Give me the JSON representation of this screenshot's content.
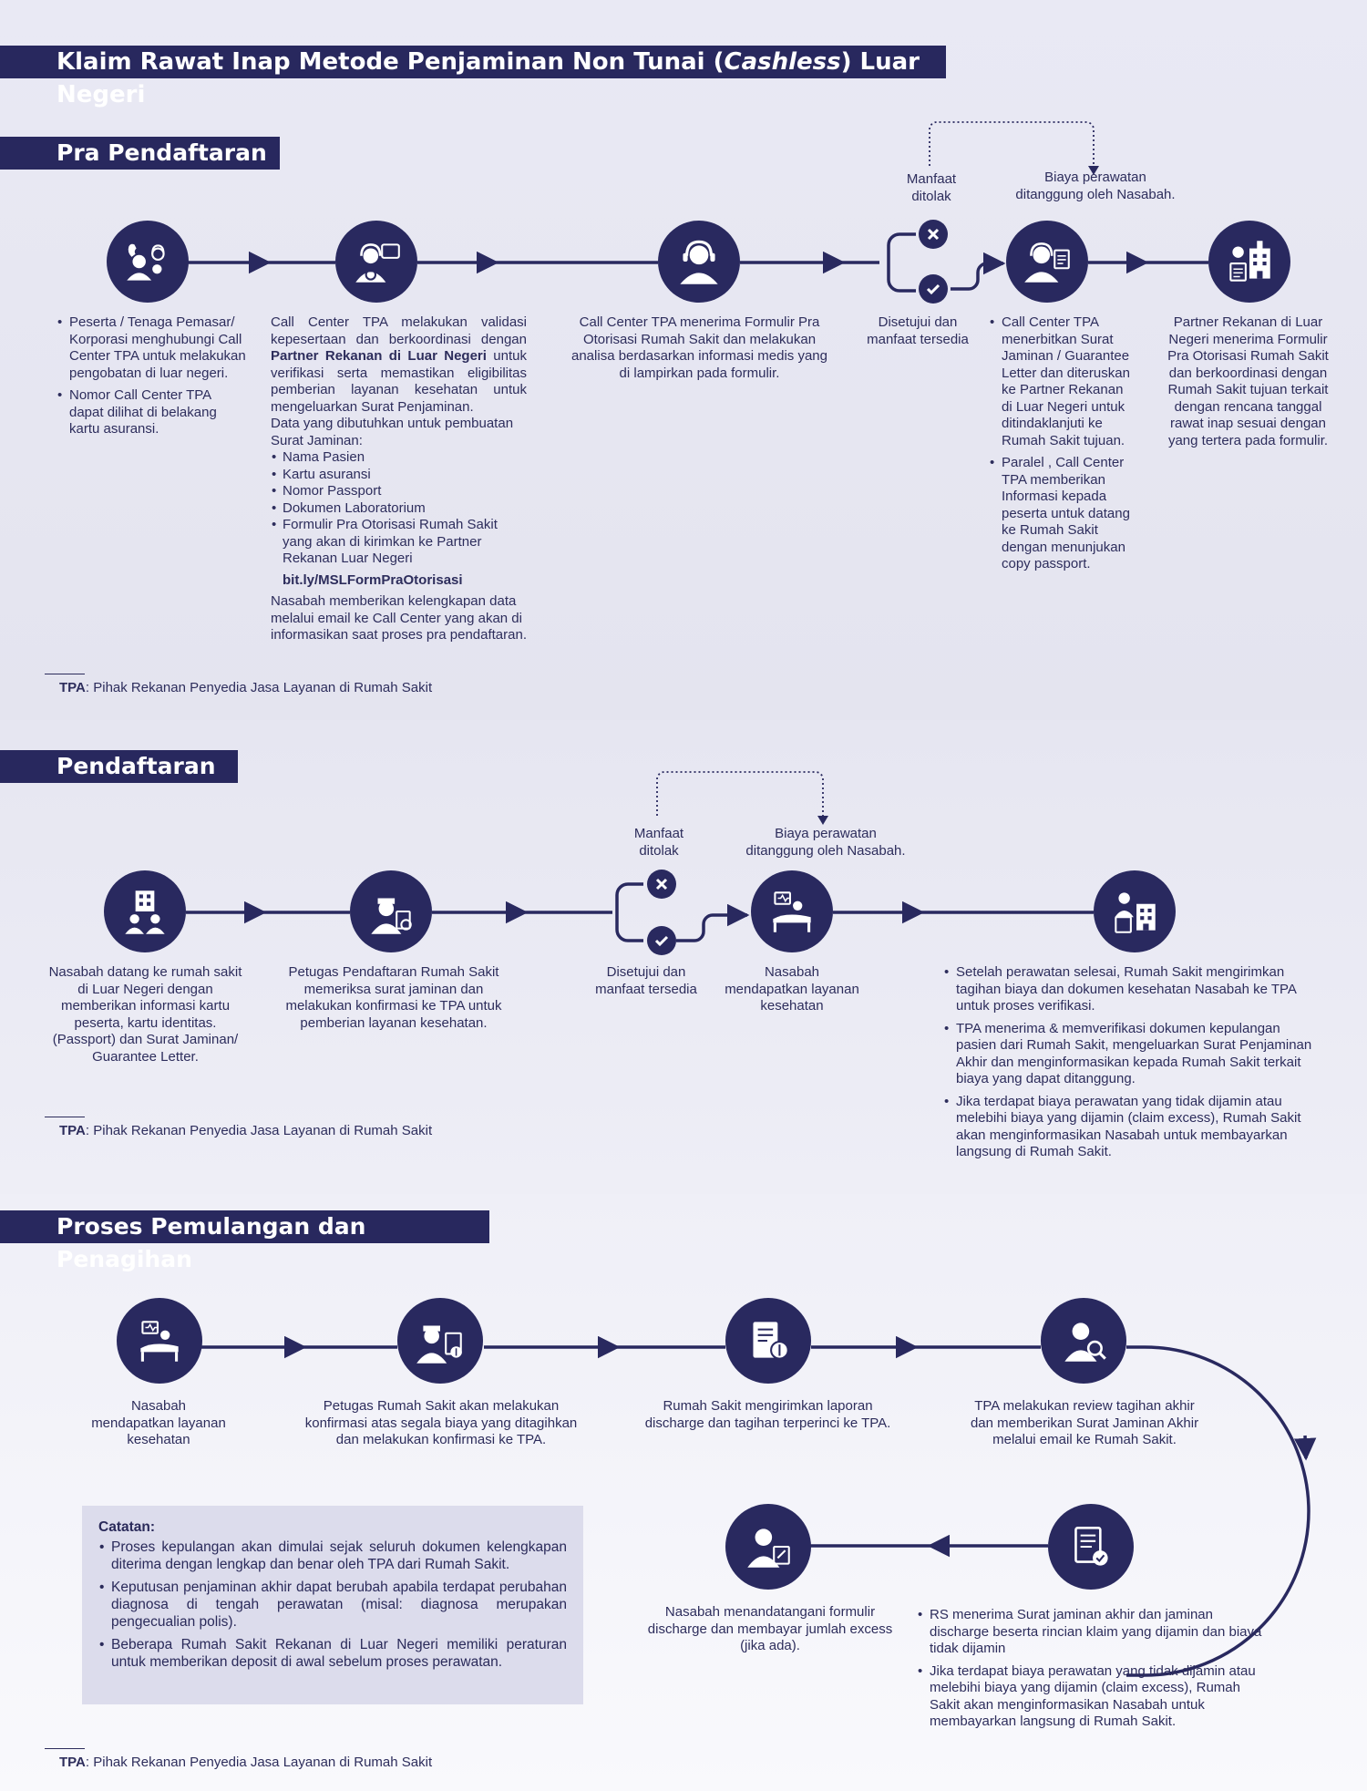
{
  "title": {
    "prefix": "Klaim Rawat Inap Metode Penjaminan Non Tunai (",
    "italic": "Cashless",
    "suffix": ") Luar Negeri"
  },
  "footnote": {
    "term": "TPA",
    "text": ": Pihak Rekanan Penyedia Jasa Layanan di Rumah Sakit"
  },
  "colors": {
    "primary": "#29295f",
    "text": "#2d2d5c"
  },
  "section1": {
    "title": "Pra Pendaftaran",
    "step1": {
      "icon": "call-people-icon",
      "items": [
        "Peserta  / Tenaga Pemasar/ Korporasi menghubungi Call Center TPA untuk melakukan pengobatan di luar negeri.",
        "Nomor Call Center TPA dapat dilihat di belakang kartu asuransi."
      ]
    },
    "step2": {
      "icon": "call-center-card-icon",
      "p1_a": "Call Center TPA  melakukan validasi kepesertaan dan berkoordinasi dengan ",
      "p1_bold": "Partner Rekanan di Luar Negeri",
      "p1_b": " untuk verifikasi serta memastikan eligibilitas pemberian layanan kesehatan untuk mengeluarkan Surat Penjaminan.",
      "p2": "Data yang dibutuhkan untuk pembuatan Surat Jaminan:",
      "list": [
        "Nama Pasien",
        "Kartu asuransi",
        "Nomor Passport",
        "Dokumen Laboratorium",
        "Formulir Pra Otorisasi Rumah Sakit yang akan di kirimkan ke Partner Rekanan Luar Negeri"
      ],
      "link": "bit.ly/MSLFormPraOtorisasi",
      "p3": "Nasabah memberikan kelengkapan data melalui email ke Call Center yang akan di informasikan saat proses pra pendaftaran."
    },
    "step3": {
      "icon": "headset-agent-icon",
      "text": "Call Center TPA menerima Formulir Pra Otorisasi Rumah Sakit dan melakukan analisa berdasarkan informasi medis yang di lampirkan pada formulir."
    },
    "rejected": "Manfaat\nditolak",
    "patient_pays": "Biaya perawatan\nditanggung oleh Nasabah.",
    "approved": "Disetujui dan\nmanfaat tersedia",
    "step4": {
      "icon": "agent-document-icon",
      "items": [
        "Call Center TPA menerbitkan Surat Jaminan / Guarantee Letter dan diteruskan ke Partner Rekanan di Luar Negeri untuk ditindaklanjuti ke Rumah Sakit tujuan.",
        "Paralel , Call Center TPA memberikan Informasi kepada peserta untuk datang ke Rumah Sakit dengan menunjukan copy passport."
      ]
    },
    "step5": {
      "icon": "partner-hospital-icon",
      "text": "Partner Rekanan di Luar Negeri menerima Formulir Pra Otorisasi Rumah Sakit dan berkoordinasi dengan Rumah Sakit tujuan terkait dengan rencana tanggal rawat inap sesuai dengan yang tertera pada formulir."
    }
  },
  "section2": {
    "title": "Pendaftaran",
    "step1": {
      "icon": "hospital-people-icon",
      "text": "Nasabah datang ke rumah sakit di Luar Negeri dengan memberikan informasi  kartu peserta, kartu identitas. (Passport) dan Surat Jaminan/ Guarantee Letter."
    },
    "step2": {
      "icon": "nurse-check-icon",
      "text": "Petugas Pendaftaran Rumah Sakit memeriksa surat jaminan dan melakukan konfirmasi ke TPA untuk pemberian layanan kesehatan."
    },
    "rejected": "Manfaat\nditolak",
    "patient_pays": "Biaya perawatan\nditanggung oleh Nasabah.",
    "approved": "Disetujui dan\nmanfaat tersedia",
    "step3": {
      "icon": "patient-bed-icon",
      "text": "Nasabah\nmendapatkan layanan\nkesehatan"
    },
    "step4": {
      "icon": "doctor-hospital-icon",
      "items": [
        "Setelah perawatan selesai, Rumah Sakit mengirimkan tagihan biaya dan dokumen kesehatan Nasabah ke TPA untuk proses verifikasi.",
        "TPA menerima & memverifikasi dokumen kepulangan pasien dari Rumah Sakit, mengeluarkan Surat Penjaminan Akhir dan menginformasikan kepada Rumah Sakit terkait biaya yang dapat ditanggung.",
        "Jika terdapat biaya perawatan yang tidak dijamin atau melebihi biaya yang dijamin (claim excess), Rumah Sakit akan menginformasikan Nasabah untuk membayarkan langsung di Rumah Sakit."
      ]
    }
  },
  "section3": {
    "title": "Proses Pemulangan dan Penagihan",
    "step1": {
      "icon": "patient-bed-icon",
      "text": "Nasabah\nmendapatkan layanan\nkesehatan"
    },
    "step2": {
      "icon": "nurse-bill-icon",
      "text": "Petugas Rumah Sakit akan  melakukan konfirmasi atas segala biaya yang ditagihkan dan melakukan konfirmasi ke TPA."
    },
    "step3": {
      "icon": "invoice-icon",
      "text": "Rumah Sakit mengirimkan laporan discharge dan tagihan terperinci ke TPA."
    },
    "step4": {
      "icon": "reviewer-icon",
      "text": "TPA melakukan review tagihan akhir dan memberikan Surat Jaminan Akhir melalui email ke Rumah Sakit."
    },
    "step5": {
      "icon": "approved-document-icon",
      "items": [
        "RS menerima Surat jaminan akhir dan jaminan discharge beserta rincian klaim yang dijamin dan biaya tidak dijamin",
        "Jika terdapat biaya perawatan yang tidak dijamin atau melebihi biaya yang dijamin (claim excess), Rumah Sakit akan menginformasikan Nasabah untuk membayarkan langsung di Rumah Sakit."
      ]
    },
    "step6": {
      "icon": "person-sign-icon",
      "text": "Nasabah menandatangani formulir discharge dan membayar jumlah excess (jika ada)."
    },
    "note": {
      "title": "Catatan:",
      "items": [
        "Proses kepulangan akan dimulai sejak seluruh dokumen kelengkapan diterima dengan lengkap dan benar oleh TPA dari Rumah Sakit.",
        "Keputusan penjaminan akhir dapat berubah apabila terdapat perubahan diagnosa di tengah perawatan (misal: diagnosa merupakan pengecualian polis).",
        "Beberapa Rumah Sakit Rekanan di Luar Negeri memiliki peraturan untuk memberikan deposit di awal sebelum proses perawatan."
      ]
    }
  }
}
